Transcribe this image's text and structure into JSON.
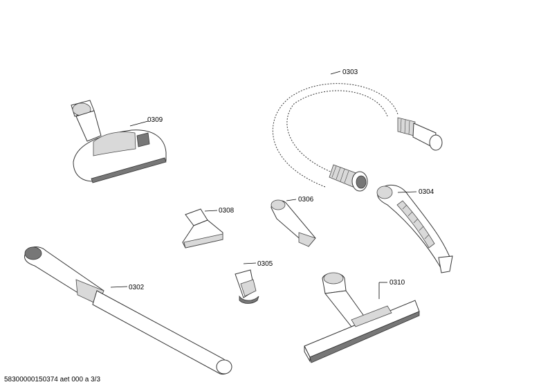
{
  "parts": {
    "p0303": "0303",
    "p0309": "0309",
    "p0304": "0304",
    "p0308": "0308",
    "p0306": "0306",
    "p0305": "0305",
    "p0302": "0302",
    "p0310": "0310"
  },
  "footer": {
    "code": "58300000150374 aet 000 a 3/3"
  }
}
